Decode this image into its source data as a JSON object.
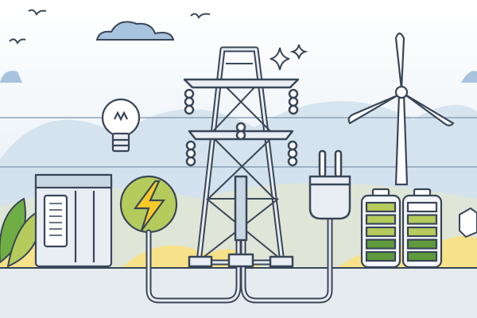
{
  "colors": {
    "outline": "#3a4658",
    "sky": "#dfe9f4",
    "hill": "#c9dbea",
    "green_light": "#b5cc5c",
    "green_dark": "#5f9a3c",
    "yellow": "#f2d24a",
    "accent_yellow": "#f6c926",
    "metal": "#e9eef5"
  },
  "icons": [
    "power-pylon",
    "light-bulb",
    "wind-turbine",
    "transformer-box",
    "lightning-bolt",
    "electric-plug",
    "battery",
    "battery",
    "cloud",
    "bird",
    "sparkle",
    "leaf"
  ],
  "batteries": [
    {
      "charge_segments": 5,
      "total_segments": 5
    },
    {
      "charge_segments": 4,
      "total_segments": 5
    }
  ]
}
